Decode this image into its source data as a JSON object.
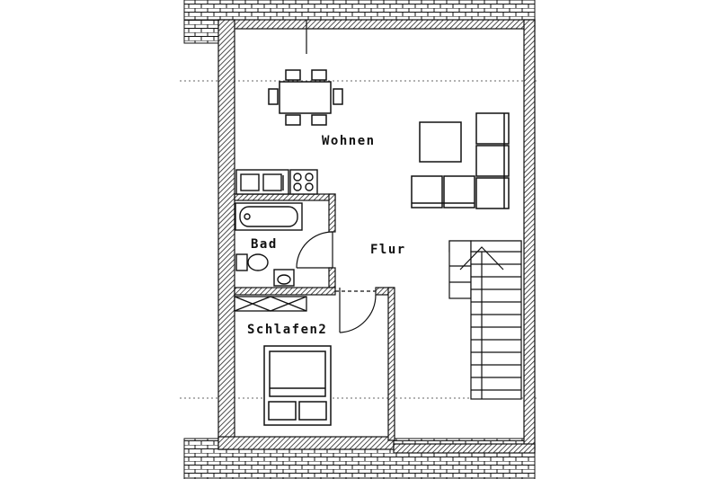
{
  "rooms": {
    "wohnen": "Wohnen",
    "bad": "Bad",
    "flur": "Flur",
    "schlafen2": "Schlafen2"
  },
  "colors": {
    "ink": "#111111",
    "wall_hatch": "#222222",
    "background": "#ffffff"
  },
  "icons": [
    "dining-table",
    "sofa",
    "armchair",
    "coffee-table",
    "kitchen-sink",
    "stove",
    "bathtub",
    "toilet",
    "washbasin",
    "bed",
    "wardrobe",
    "staircase",
    "door-swing"
  ]
}
